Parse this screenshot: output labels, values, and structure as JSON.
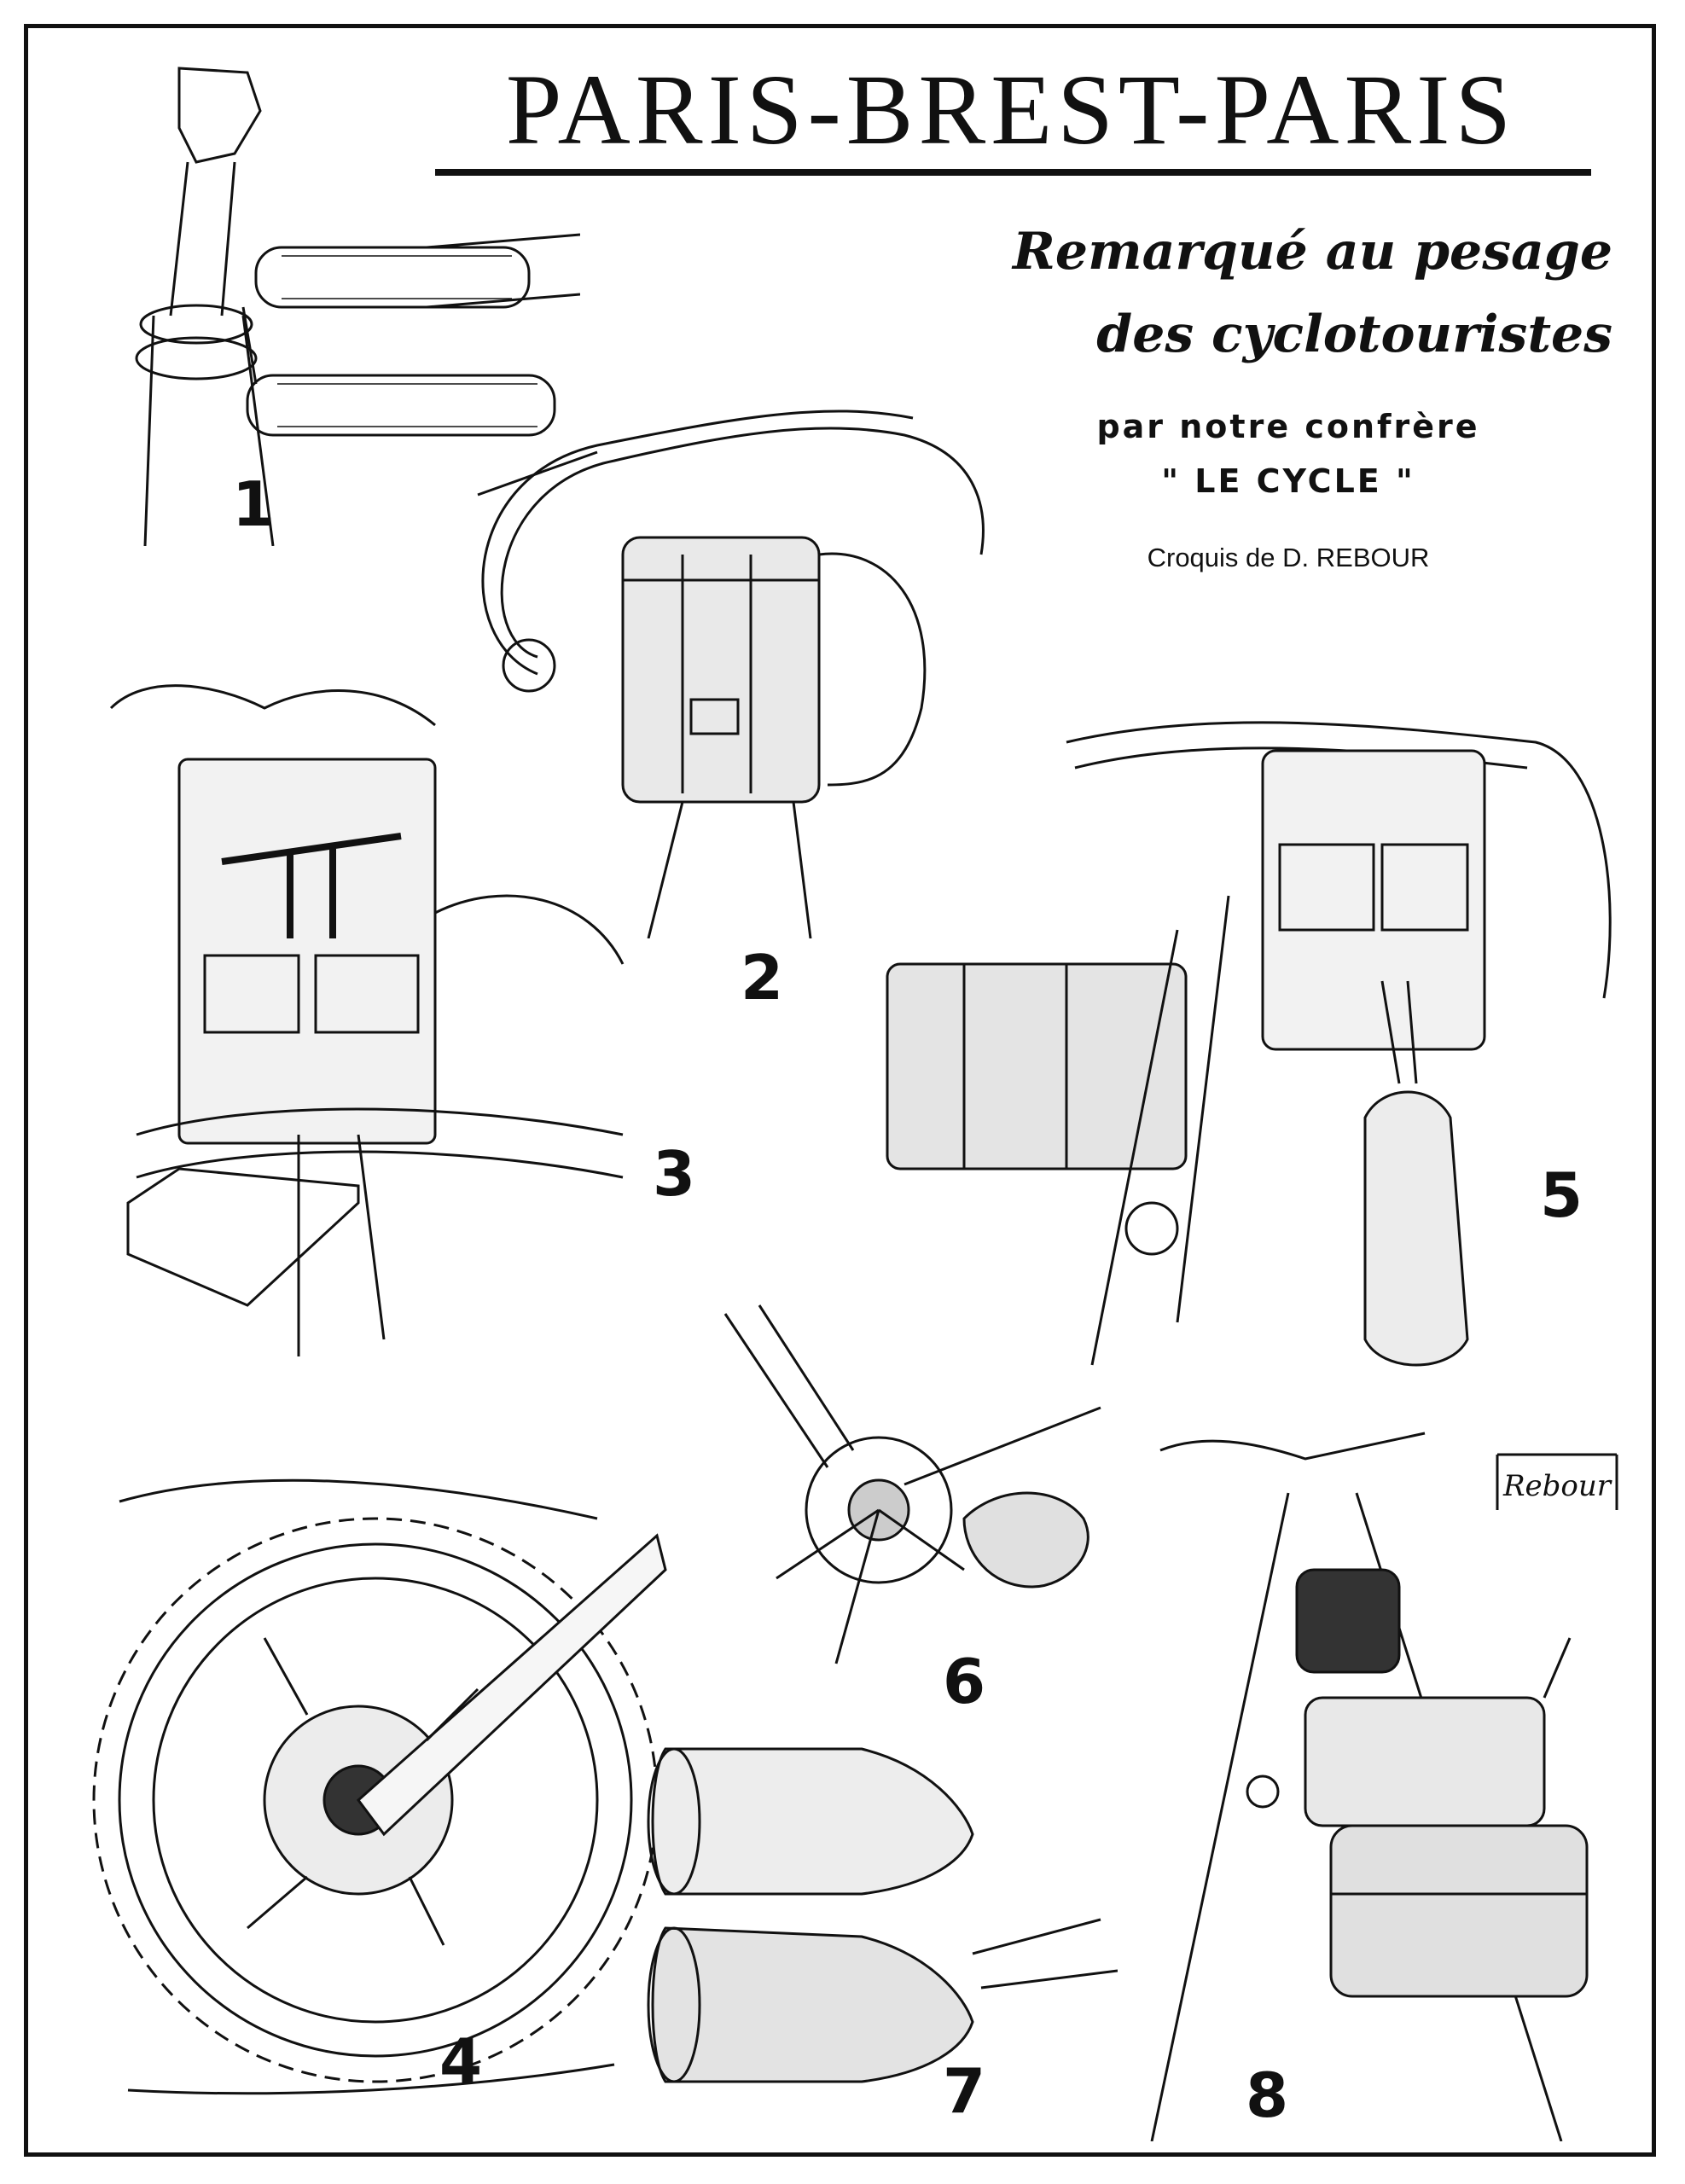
{
  "header": {
    "title": "PARIS-BREST-PARIS",
    "subtitle_line1": "Remarqué au pesage",
    "subtitle_line2": "des cyclotouristes",
    "credit_line1": "par notre confrère",
    "credit_line2": "\" LE CYCLE \"",
    "illustrator": "Croquis de D. REBOUR"
  },
  "figures": [
    {
      "number": "1",
      "subject": "seat-tube-tire-pumps"
    },
    {
      "number": "2",
      "subject": "handlebar-bag"
    },
    {
      "number": "3",
      "subject": "front-rack-with-bag"
    },
    {
      "number": "4",
      "subject": "chainring-crankset"
    },
    {
      "number": "5",
      "subject": "handlebar-bags-and-bottle"
    },
    {
      "number": "6",
      "subject": "hub-dynamo-light"
    },
    {
      "number": "7",
      "subject": "twin-headlamps"
    },
    {
      "number": "8",
      "subject": "fork-mounted-lamp-bag"
    }
  ],
  "signature": "Rebour",
  "colors": {
    "ink": "#111111",
    "paper": "#ffffff"
  }
}
